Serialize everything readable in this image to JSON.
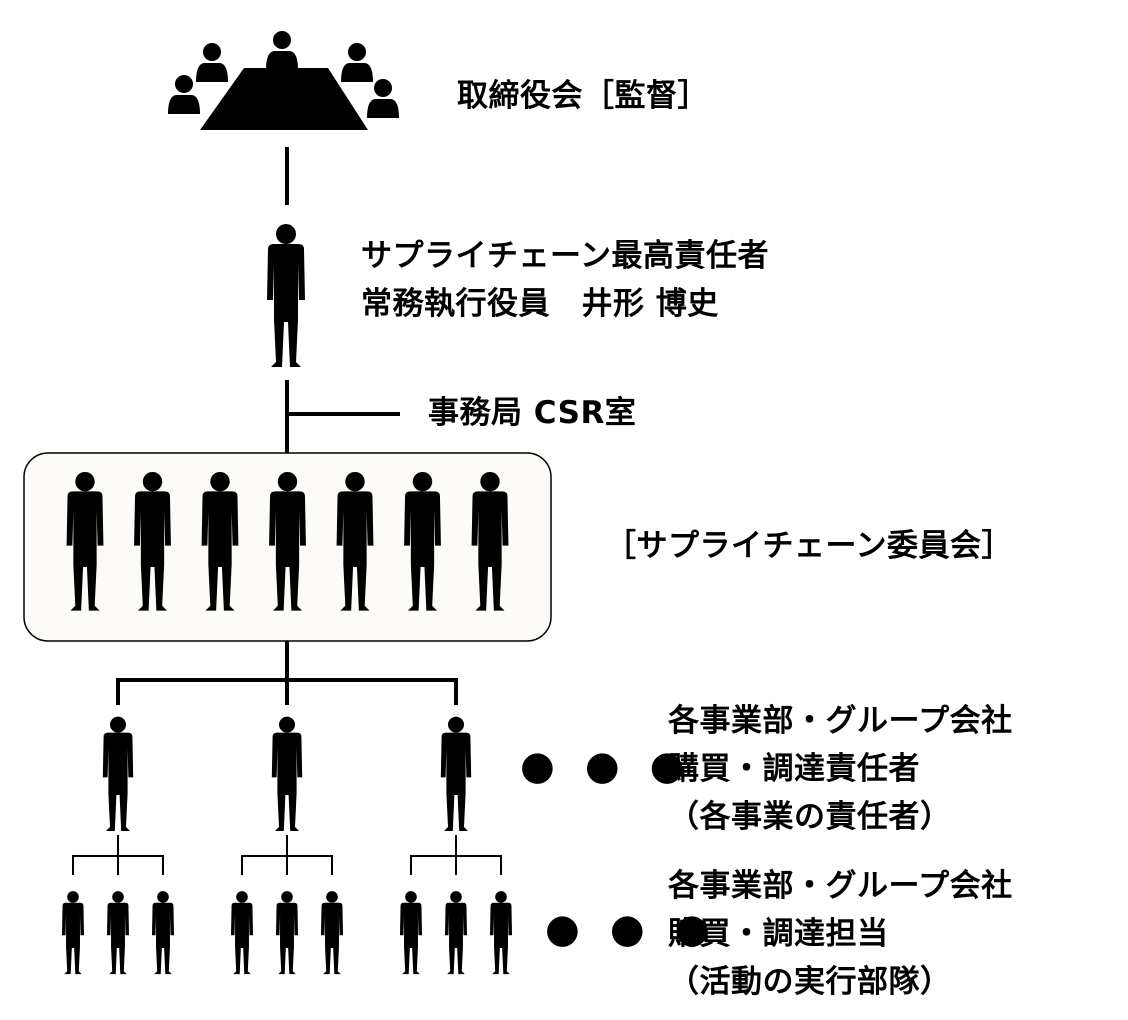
{
  "board": {
    "label": "取締役会［監督］"
  },
  "officer": {
    "title": "サプライチェーン最高責任者",
    "name": "常務執行役員　井形 博史"
  },
  "secretariat": {
    "label": "事務局 CSR室"
  },
  "committee": {
    "label": "［サプライチェーン委員会］",
    "member_count": 7
  },
  "managers": {
    "line1": "各事業部・グループ会社",
    "line2": "購買・調達責任者",
    "line3": "（各事業の責任者）",
    "count_shown": 3,
    "ellipsis": "● ● ●"
  },
  "staff": {
    "line1": "各事業部・グループ会社",
    "line2": "購買・調達担当",
    "line3": "（活動の実行部隊）",
    "groups_shown": 3,
    "per_group": 3,
    "ellipsis": "● ● ●"
  },
  "colors": {
    "silhouette": "#000000",
    "committee_box_fill": "#fcfbf7",
    "lines": "#000000"
  }
}
